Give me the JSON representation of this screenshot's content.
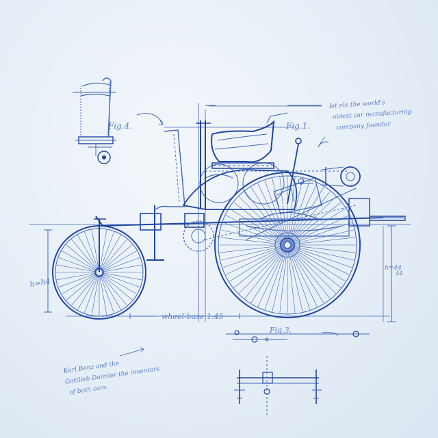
{
  "figures": {
    "fig4": "Fig.4.",
    "fig1": "Fig.1.",
    "fig3": "Fig.3."
  },
  "notes": {
    "top_right": [
      "let ele the world's",
      "oldest car manufacturing",
      "company founder"
    ],
    "bottom_left": [
      "Karl Benz and the",
      "Gottlieb Daimler the inventors",
      "of both cars."
    ]
  },
  "dimensions": {
    "wheel_base": "wheel-base 1.45",
    "height_left": "h=h4",
    "height_right_num": "h=44",
    "height_right_den": "44"
  },
  "colors": {
    "paper": "#e9f0f7",
    "ink": "#3e66b8",
    "ink_dark": "#1f45a3"
  }
}
